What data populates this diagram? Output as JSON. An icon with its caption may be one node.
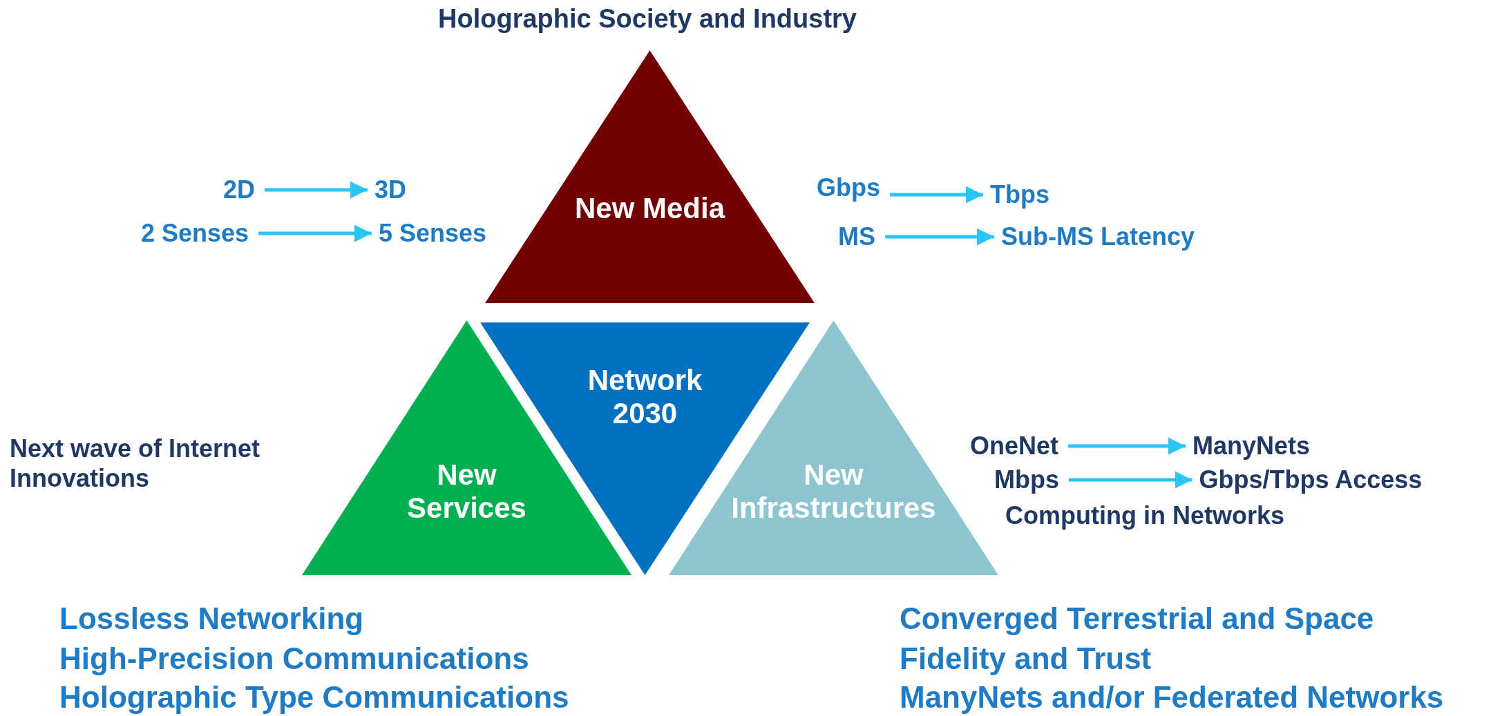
{
  "diagram": {
    "title": "Holographic Society and Industry",
    "nodes": [
      {
        "text": [
          "New Media"
        ]
      },
      {
        "text": [
          "New Services"
        ]
      },
      {
        "text": [
          "Network 2030"
        ]
      },
      {
        "text": [
          "New Infrastructures"
        ]
      },
      {
        "text": [
          "2D"
        ]
      },
      {
        "text": [
          "3D"
        ]
      },
      {
        "text": [
          "2 Senses"
        ]
      },
      {
        "text": [
          "5 Senses"
        ]
      },
      {
        "text": [
          "Gbps"
        ]
      },
      {
        "text": [
          "Tbps"
        ]
      },
      {
        "text": [
          "MS"
        ]
      },
      {
        "text": [
          "Sub-MS Latency"
        ]
      },
      {
        "text": [
          "OneNet"
        ]
      },
      {
        "text": [
          "ManyNets"
        ]
      },
      {
        "text": [
          "Mbps"
        ]
      },
      {
        "text": [
          "Gbps/Tbps Access"
        ]
      }
    ],
    "edges": [
      {
        "from": 4,
        "to": 5,
        "arrow": "to"
      },
      {
        "from": 6,
        "to": 7,
        "arrow": "to"
      },
      {
        "from": 8,
        "to": 9,
        "arrow": "to"
      },
      {
        "from": 10,
        "to": 11,
        "arrow": "to"
      },
      {
        "from": 12,
        "to": 13,
        "arrow": "to"
      },
      {
        "from": 14,
        "to": 15,
        "arrow": "to"
      }
    ],
    "labels": [
      "Next wave of Internet Innovations",
      "Computing in Networks",
      "Lossless Networking",
      "High-Precision Communications",
      "Holographic Type Communications",
      "Converged Terrestrial and Space",
      "Fidelity and Trust",
      "ManyNets and/or Federated Networks"
    ]
  }
}
